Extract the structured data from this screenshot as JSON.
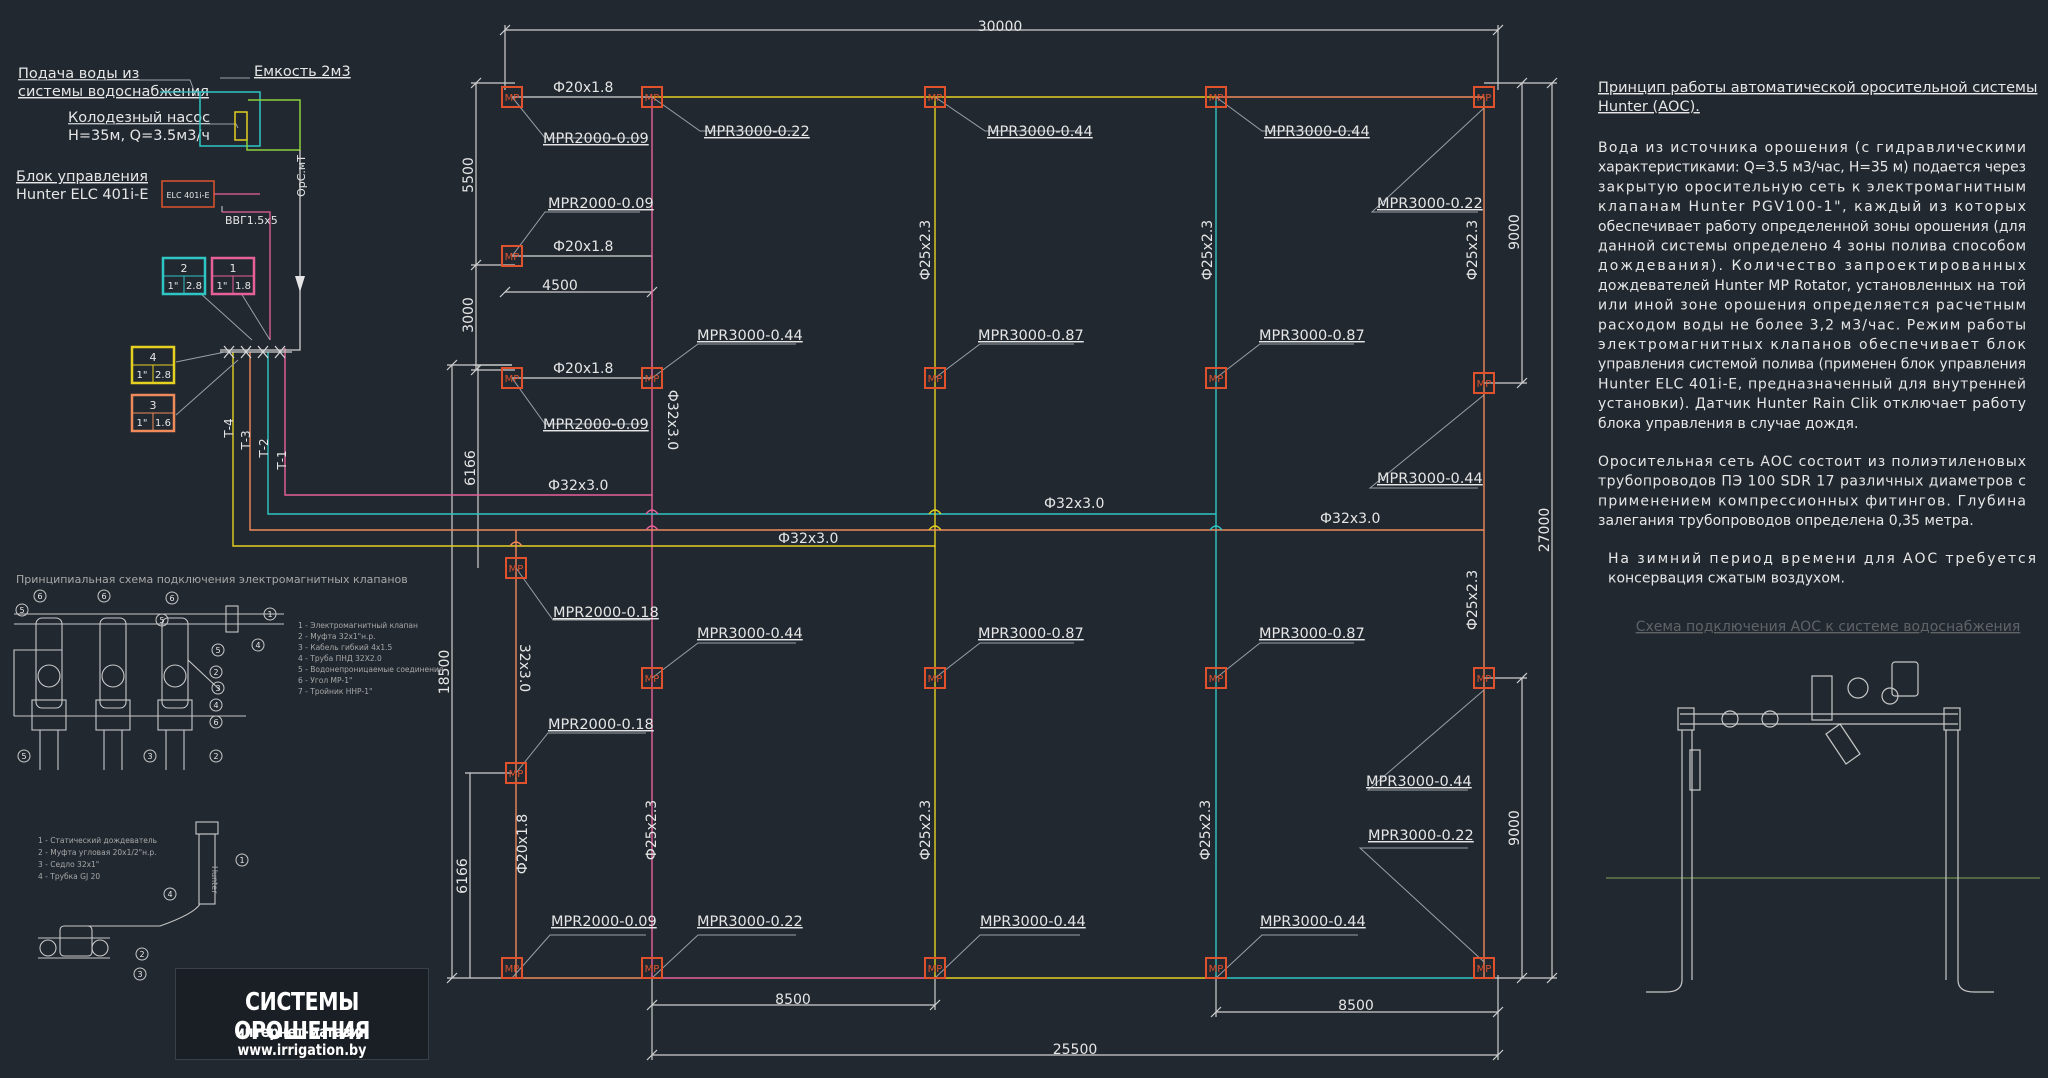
{
  "dimensions": {
    "top_total": "30000",
    "bottom_total": "25500",
    "bottom_left": "8500",
    "bottom_right": "8500",
    "right_total": "27000",
    "right_upper": "9000",
    "right_lower": "9000",
    "left_5500": "5500",
    "left_3000": "3000",
    "left_6166_upper": "6166",
    "left_18500": "18500",
    "left_6166_lower": "6166",
    "inner_4500": "4500"
  },
  "supply": {
    "water_line1": "Подача воды из",
    "water_line2": "системы водоснабжения",
    "tank": "Емкость 2м3",
    "pump_line1": "Колодезный насос",
    "pump_line2": "H=35м, Q=3.5м3/ч",
    "controller_line1": "Блок управления",
    "controller_line2": "Hunter ELC 401i-E",
    "controller_box": "ELC 401i-E",
    "cable": "ВВГ1.5х5",
    "drain": "ОрС.мТ"
  },
  "zones": [
    {
      "num": "1",
      "size": "1\"",
      "flow": "1.8",
      "color": "#e8609a"
    },
    {
      "num": "2",
      "size": "1\"",
      "flow": "2.8",
      "color": "#2fc5c5"
    },
    {
      "num": "3",
      "size": "1\"",
      "flow": "1.6",
      "color": "#f08a5a"
    },
    {
      "num": "4",
      "size": "1\"",
      "flow": "2.8",
      "color": "#e6d020"
    }
  ],
  "pipe_labels": {
    "t1": "Т-1",
    "t2": "Т-2",
    "t3": "Т-3",
    "t4": "Т-4",
    "p20a": "Ф20х1.8",
    "p20b": "Ф20х1.8",
    "p20c": "Ф20х1.8",
    "p20d": "Ф20х1.8",
    "p32a": "Ф32х3.0",
    "p32b": "Ф32х3.0",
    "p32c": "Ф32х3.0",
    "p32d": "Ф32х3.0",
    "p32v": "Ф32х3.0",
    "p32v2": "32х3.0",
    "p25a": "Ф25х2.3",
    "p25b": "Ф25х2.3",
    "p25c": "Ф25х2.3",
    "p25d": "Ф25х2.3",
    "p25e": "Ф25х2.3",
    "p25f": "Ф25х2.3",
    "p25g": "Ф25х2.3"
  },
  "sprinkler_mark": "MP",
  "sprinkler_labels": {
    "a": "MPR2000-0.09",
    "b": "MPR3000-0.22",
    "c": "MPR3000-0.44",
    "d": "MPR3000-0.44",
    "e": "MPR3000-0.22",
    "f": "MPR2000-0.09",
    "g": "MPR3000-0.44",
    "h": "MPR3000-0.87",
    "i": "MPR3000-0.87",
    "j": "MPR2000-0.09",
    "k": "MPR3000-0.44",
    "l": "MPR2000-0.18",
    "m": "MPR3000-0.44",
    "n": "MPR3000-0.87",
    "o": "MPR3000-0.87",
    "p": "MPR2000-0.18",
    "q": "MPR3000-0.44",
    "r": "MPR3000-0.22",
    "s": "MPR2000-0.09",
    "t": "MPR3000-0.22",
    "u": "MPR3000-0.44",
    "v": "MPR3000-0.44"
  },
  "valve_schema": {
    "title": "Принципиальная схема подключения электромагнитных клапанов",
    "legend": [
      "1 - Электромагнитный клапан",
      "2 - Муфта 32х1\"н.р.",
      "3 - Кабель гибкий 4х1.5",
      "4 - Труба ПНД 32Х2.0",
      "5 - Водонепроницаемые соединения",
      "6 - Угол МР-1\"",
      "7 - Тройник ННР-1\""
    ],
    "callouts": [
      "6",
      "5",
      "6",
      "5",
      "6",
      "1",
      "4",
      "5",
      "2",
      "3",
      "4",
      "6",
      "5",
      "3",
      "2"
    ]
  },
  "sprinkler_schema": {
    "legend": [
      "1 - Статический дождеватель",
      "2 - Муфта угловая 20х1/2\"н.р.",
      "3 - Седло 32х1\"",
      "4 - Трубка GJ 20"
    ],
    "callouts": [
      "1",
      "4",
      "2",
      "3"
    ],
    "brand": "Hunter"
  },
  "description": {
    "title_line1": "Принцип работы автоматической оросительной системы",
    "title_line2": "Hunter (АОС).",
    "para1": [
      "Вода из источника орошения (с гидравлическими",
      "характеристиками: Q=3.5 м3/час, H=35 м) подается через",
      "закрытую оросительную сеть к электромагнитным",
      "клапанам Hunter PGV100-1\", каждый из которых",
      "обеспечивает работу определенной зоны орошения (для",
      "данной системы определено 4 зоны полива способом",
      "дождевания). Количество запроектированных",
      "дождевателей Hunter MP Rotator, установленных на той",
      "или иной зоне орошения определяется расчетным",
      "расходом воды не более 3,2 м3/час. Режим работы",
      "электромагнитных клапанов обеспечивает блок",
      "управления системой полива (применен блок управления",
      "Hunter ELC 401i-E, предназначенный для внутренней",
      "установки). Датчик Hunter Rain Clik отключает работу",
      "блока управления в случае дождя."
    ],
    "para2": [
      "Оросительная сеть АОС состоит из полиэтиленовых",
      "трубопроводов ПЭ 100 SDR 17 различных диаметров с",
      "применением компрессионных фитингов. Глубина",
      "залегания трубопроводов определена 0,35 метра."
    ],
    "para3": [
      "На зимний период времени для АОС требуется",
      "консервация сжатым воздухом."
    ],
    "connection_title": "Схема подключения АОС к системе водоснабжения"
  },
  "logo": {
    "line1": "СИСТЕМЫ ОРОШЕНИЯ",
    "line2": "интернет-магазин www.irrigation.by"
  },
  "colors": {
    "background": "#212830",
    "sprinkler": "#e0522c",
    "zone1": "#e8609a",
    "zone2": "#2fc5c5",
    "zone3": "#f08a5a",
    "zone4": "#e6d020",
    "supply_green": "#8ecf3a"
  }
}
